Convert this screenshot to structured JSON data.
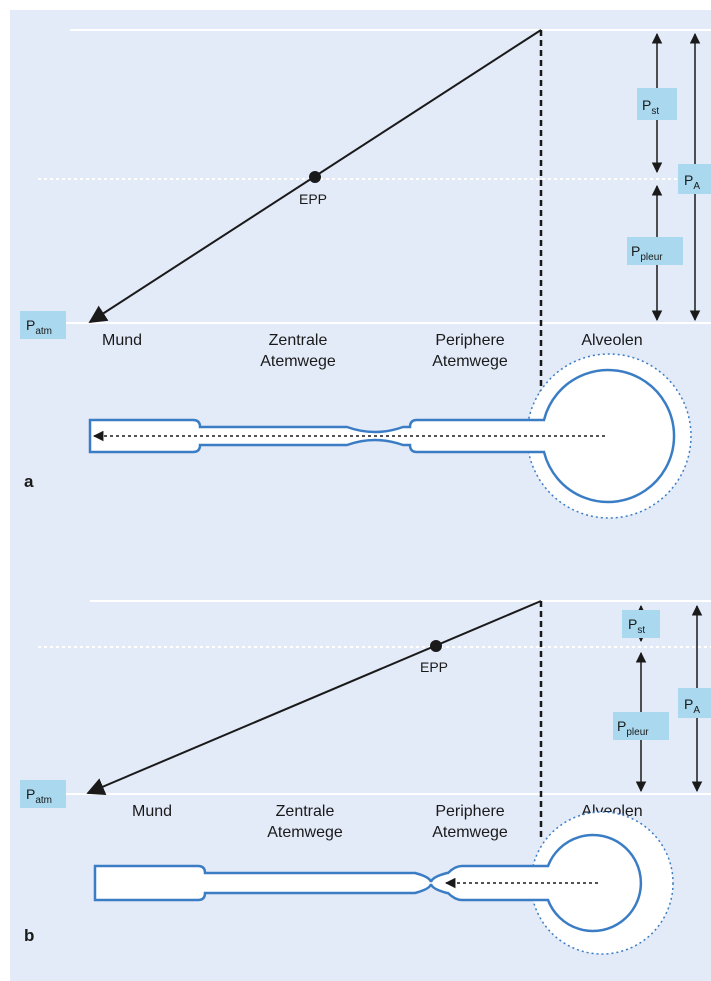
{
  "panels": [
    {
      "letter": "a",
      "regions": {
        "mouth": "Mund",
        "central_1": "Zentrale",
        "central_2": "Atemwege",
        "peripheral_1": "Periphere",
        "peripheral_2": "Atemwege",
        "alveoli": "Alveolen"
      },
      "epp": "EPP",
      "p_atm": {
        "main": "P",
        "sub": "atm"
      },
      "p_st": {
        "main": "P",
        "sub": "st"
      },
      "p_pleur": {
        "main": "P",
        "sub": "pleur"
      },
      "p_a": {
        "main": "P",
        "sub": "A"
      }
    },
    {
      "letter": "b",
      "regions": {
        "mouth": "Mund",
        "central_1": "Zentrale",
        "central_2": "Atemwege",
        "peripheral_1": "Periphere",
        "peripheral_2": "Atemwege",
        "alveoli": "Alveolen"
      },
      "epp": "EPP",
      "p_atm": {
        "main": "P",
        "sub": "atm"
      },
      "p_st": {
        "main": "P",
        "sub": "st"
      },
      "p_pleur": {
        "main": "P",
        "sub": "pleur"
      },
      "p_a": {
        "main": "P",
        "sub": "A"
      }
    }
  ],
  "colors": {
    "background": "#e3eaf8",
    "label_box": "#a9d8ef",
    "airway_outline": "#3b7dc4",
    "line": "#1a1a1a",
    "guide_dotted": "#ffffff"
  }
}
